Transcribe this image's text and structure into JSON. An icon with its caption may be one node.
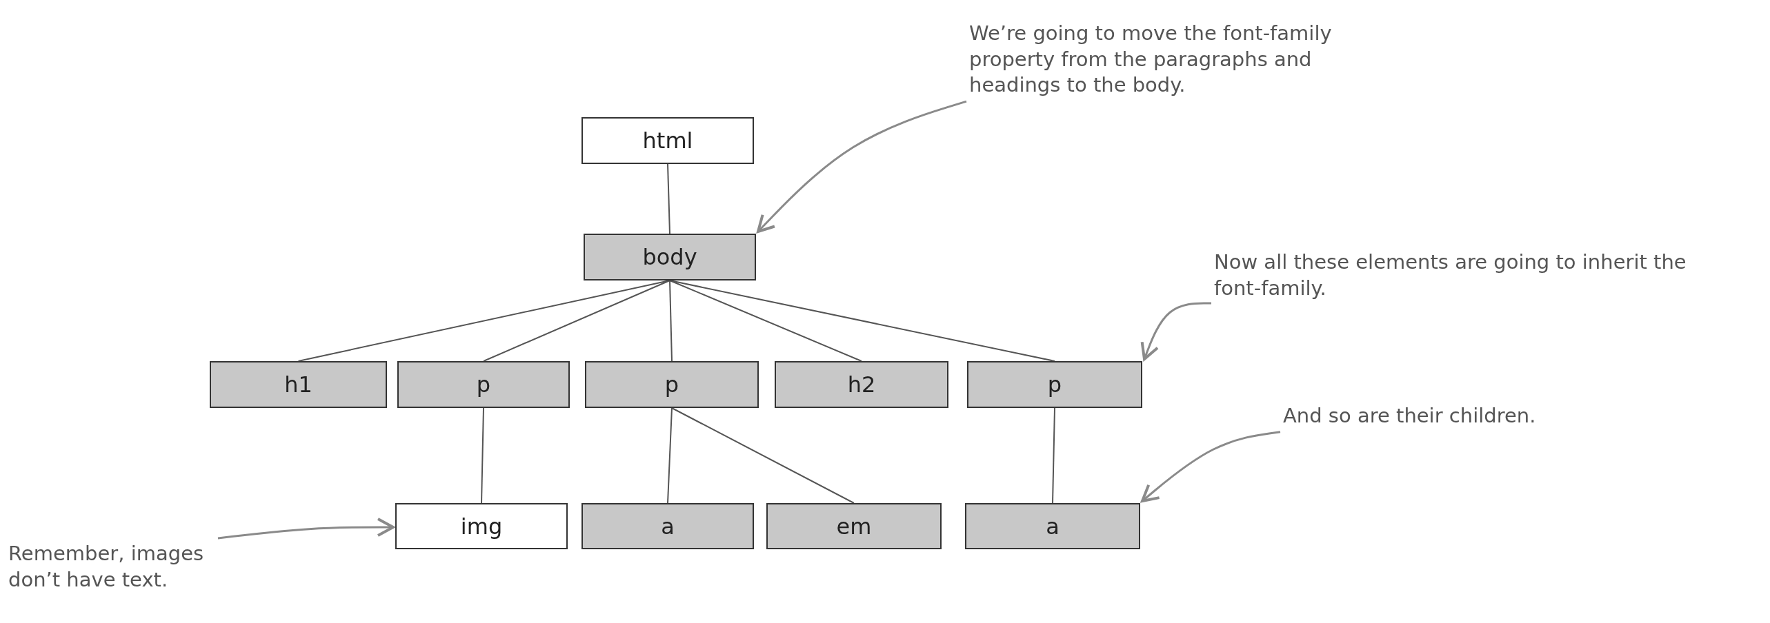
{
  "diagram": {
    "nodes": [
      {
        "text": [
          "html"
        ]
      },
      {
        "text": [
          "body"
        ]
      },
      {
        "text": [
          "h1"
        ]
      },
      {
        "text": [
          "p"
        ]
      },
      {
        "text": [
          "p"
        ]
      },
      {
        "text": [
          "h2"
        ]
      },
      {
        "text": [
          "p"
        ]
      },
      {
        "text": [
          "img"
        ]
      },
      {
        "text": [
          "a"
        ]
      },
      {
        "text": [
          "em"
        ]
      },
      {
        "text": [
          "a"
        ]
      },
      {
        "text": [
          "We’re going to move the font-family property from the paragraphs and headings to the body."
        ]
      },
      {
        "text": [
          "Now all these elements are going to inherit the font-family."
        ]
      },
      {
        "text": [
          "And so are their children."
        ]
      },
      {
        "text": [
          "Remember, images don’t have text."
        ]
      }
    ],
    "edges": [
      {
        "from": 0,
        "to": 1,
        "arrow": "none"
      },
      {
        "from": 1,
        "to": 2,
        "arrow": "none"
      },
      {
        "from": 1,
        "to": 3,
        "arrow": "none"
      },
      {
        "from": 1,
        "to": 4,
        "arrow": "none"
      },
      {
        "from": 1,
        "to": 5,
        "arrow": "none"
      },
      {
        "from": 1,
        "to": 6,
        "arrow": "none"
      },
      {
        "from": 3,
        "to": 7,
        "arrow": "none"
      },
      {
        "from": 4,
        "to": 8,
        "arrow": "none"
      },
      {
        "from": 4,
        "to": 9,
        "arrow": "none"
      },
      {
        "from": 6,
        "to": 10,
        "arrow": "none"
      },
      {
        "from": 11,
        "to": 1,
        "arrow": "to",
        "color": "#8a8a8a"
      },
      {
        "from": 12,
        "to": 6,
        "arrow": "to",
        "color": "#8a8a8a"
      },
      {
        "from": 13,
        "to": 10,
        "arrow": "to",
        "color": "#8a8a8a"
      },
      {
        "from": 14,
        "to": 7,
        "arrow": "to",
        "color": "#8a8a8a"
      }
    ]
  }
}
